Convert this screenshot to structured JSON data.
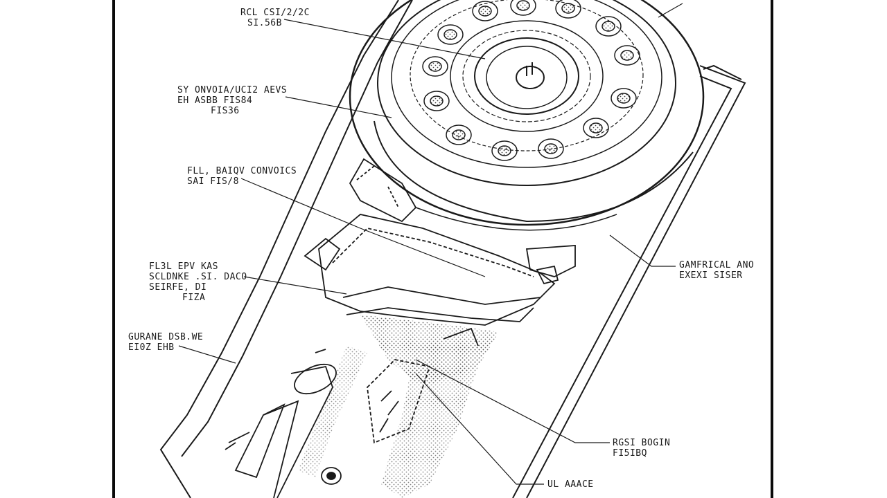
{
  "figure": {
    "border_color": "#0a0a0a",
    "ink_color": "#1a1a1a",
    "stipple_color": "#444444"
  },
  "callouts": {
    "top_label": [
      "RCL CSI/2/2C",
      "SI.56B"
    ],
    "upper_left_label": [
      "SY ONVOIA/UCI2 AEVS",
      "EH ASBB FIS84",
      "FIS36"
    ],
    "mid_left_label": [
      "FLL, BAIQV CONVOICS",
      "SAI FIS/8"
    ],
    "lower_left_label": [
      "FL3L EPV KAS",
      "SCLDNKE .SI. DACO",
      "SEIRFE, DI",
      "FIZA"
    ],
    "bottom_left_label": [
      "GURANE DSB.WE",
      "EI0Z EHB"
    ],
    "right_label": [
      "GAMFRICAL ANO",
      "EXEXI SISER"
    ],
    "bottom_right_label": [
      "RGSI BOGIN",
      "FI5IBQ"
    ],
    "bottom_label": [
      "UL AAACE"
    ]
  }
}
